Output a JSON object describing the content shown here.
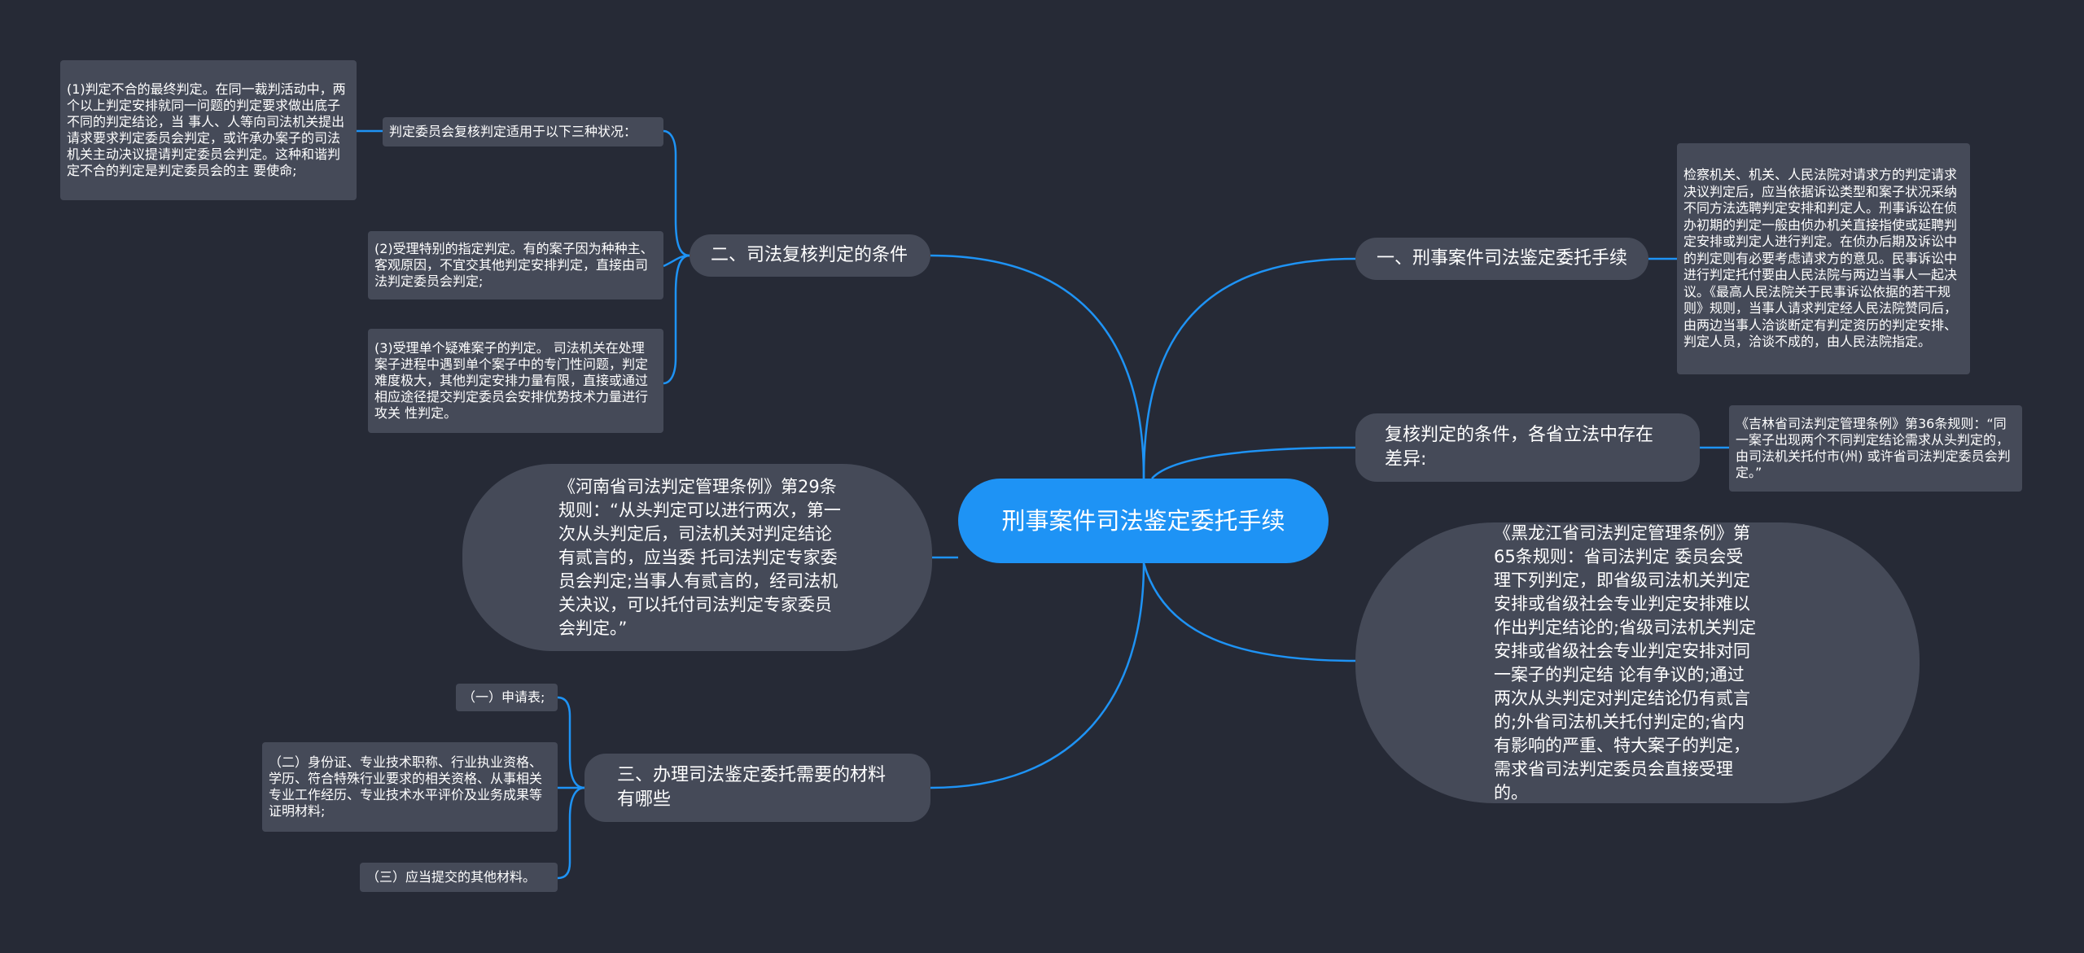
{
  "center": {
    "label": "刑事案件司法鉴定委托手续"
  },
  "left": {
    "branch2": {
      "label": "二、司法复核判定的条件",
      "sub": "判定委员会复核判定适用于以下三种状况：",
      "leaf1": "(1)判定不合的最终判定。在同一裁判活动中，两个以上判定安排就同一问题的判定要求做出底子不同的判定结论，当 事人、人等向司法机关提出请求要求判定委员会判定，或许承办案子的司法机关主动决议提请判定委员会判定。这种和谐判定不合的判定是判定委员会的主 要使命;",
      "leaf2": "(2)受理特别的指定判定。有的案子因为种种主、客观原因，不宜交其他判定安排判定，直接由司法判定委员会判定;",
      "leaf3": "(3)受理单个疑难案子的判定。 司法机关在处理案子进程中遇到单个案子中的专门性问题，判定难度极大，其他判定安排力量有限，直接或通过相应途径提交判定委员会安排优势技术力量进行攻关 性判定。"
    },
    "henan": "《河南省司法判定管理条例》第29条规则：“从头判定可以进行两次，第一次从头判定后，司法机关对判定结论有贰言的，应当委 托司法判定专家委员会判定;当事人有贰言的，经司法机关决议，可以托付司法判定专家委员会判定。”",
    "branch3": {
      "label": "三、办理司法鉴定委托需要的材料有哪些",
      "leaf1": "（一）申请表;",
      "leaf2": "（二）身份证、专业技术职称、行业执业资格、学历、符合特殊行业要求的相关资格、从事相关专业工作经历、专业技术水平评价及业务成果等证明材料;",
      "leaf3": "（三）应当提交的其他材料。"
    }
  },
  "right": {
    "branch1": {
      "label": "一、刑事案件司法鉴定委托手续",
      "leaf": "检察机关、机关、人民法院对请求方的判定请求决议判定后，应当依据诉讼类型和案子状况采纳不同方法选聘判定安排和判定人。刑事诉讼在侦办初期的判定一般由侦办机关直接指使或延聘判定安排或判定人进行判定。在侦办后期及诉讼中的判定则有必要考虑请求方的意见。民事诉讼中进行判定托付要由人民法院与两边当事人一起决议。《最高人民法院关于民事诉讼依据的若干规则》规则，当事人请求判定经人民法院赞同后，由两边当事人洽谈断定有判定资历的判定安排、判定人员，洽谈不成的，由人民法院指定。"
    },
    "branch_diff": {
      "label": "复核判定的条件，各省立法中存在差异:",
      "leaf": "《吉林省司法判定管理条例》第36条规则：“同一案子出现两个不同判定结论需求从头判定的，由司法机关托付市(州) 或许省司法判定委员会判定。”"
    },
    "heilongjiang": "《黑龙江省司法判定管理条例》第65条规则：省司法判定 委员会受理下列判定，即省级司法机关判定安排或省级社会专业判定安排难以作出判定结论的;省级司法机关判定安排或省级社会专业判定安排对同一案子的判定结 论有争议的;通过两次从头判定对判定结论仍有贰言的;外省司法机关托付判定的;省内有影响的严重、特大案子的判定，需求省司法判定委员会直接受理的。"
  },
  "colors": {
    "background": "#262a36",
    "center": "#1e93f5",
    "node": "#454a58",
    "line": "#1e93f5"
  }
}
